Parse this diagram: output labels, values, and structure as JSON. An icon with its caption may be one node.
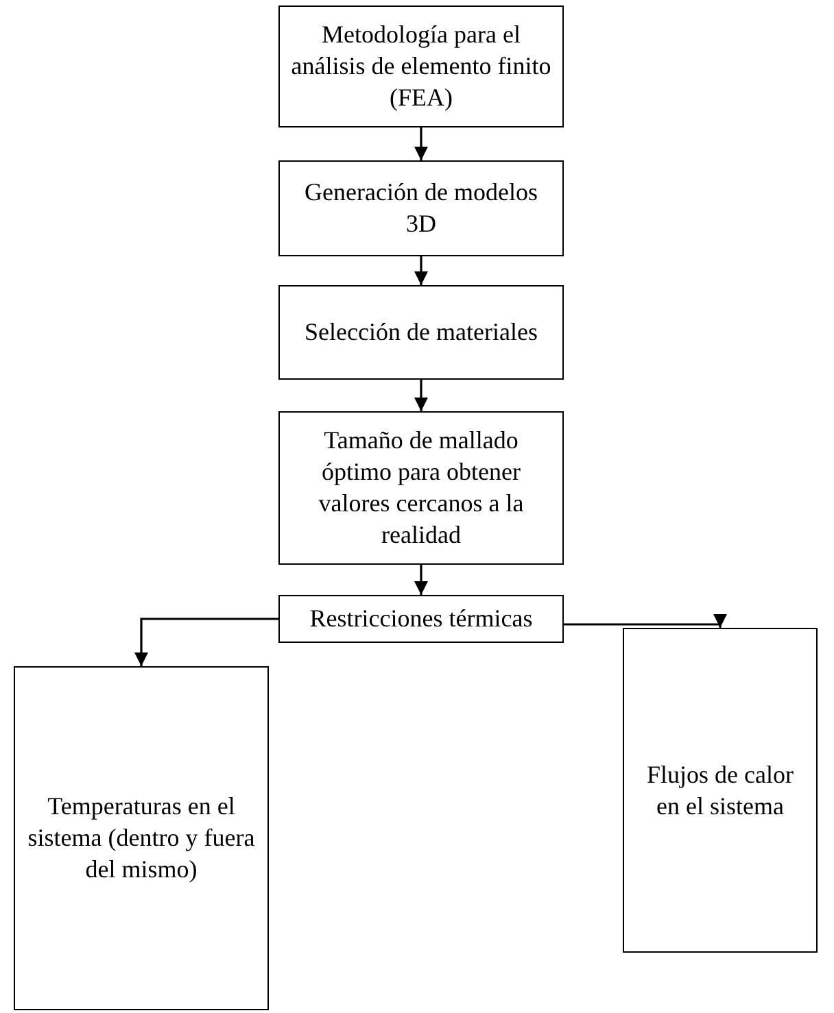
{
  "diagram": {
    "nodes": [
      {
        "text": [
          "Metodología para el análisis de elemento finito (FEA)"
        ]
      },
      {
        "text": [
          "Generación de modelos 3D"
        ]
      },
      {
        "text": [
          "Selección de materiales"
        ]
      },
      {
        "text": [
          "Tamaño de mallado óptimo para obtener valores cercanos a la realidad"
        ]
      },
      {
        "text": [
          "Restricciones térmicas"
        ]
      },
      {
        "text": [
          "Temperaturas en el sistema (dentro y fuera del mismo)"
        ]
      },
      {
        "text": [
          "Flujos de calor en el sistema"
        ]
      }
    ],
    "edges": [
      {
        "from": 0,
        "to": 1,
        "arrow": "to"
      },
      {
        "from": 1,
        "to": 2,
        "arrow": "to"
      },
      {
        "from": 2,
        "to": 3,
        "arrow": "to"
      },
      {
        "from": 3,
        "to": 4,
        "arrow": "to"
      },
      {
        "from": 4,
        "to": 5,
        "arrow": "to"
      },
      {
        "from": 4,
        "to": 6,
        "arrow": "to"
      }
    ]
  }
}
